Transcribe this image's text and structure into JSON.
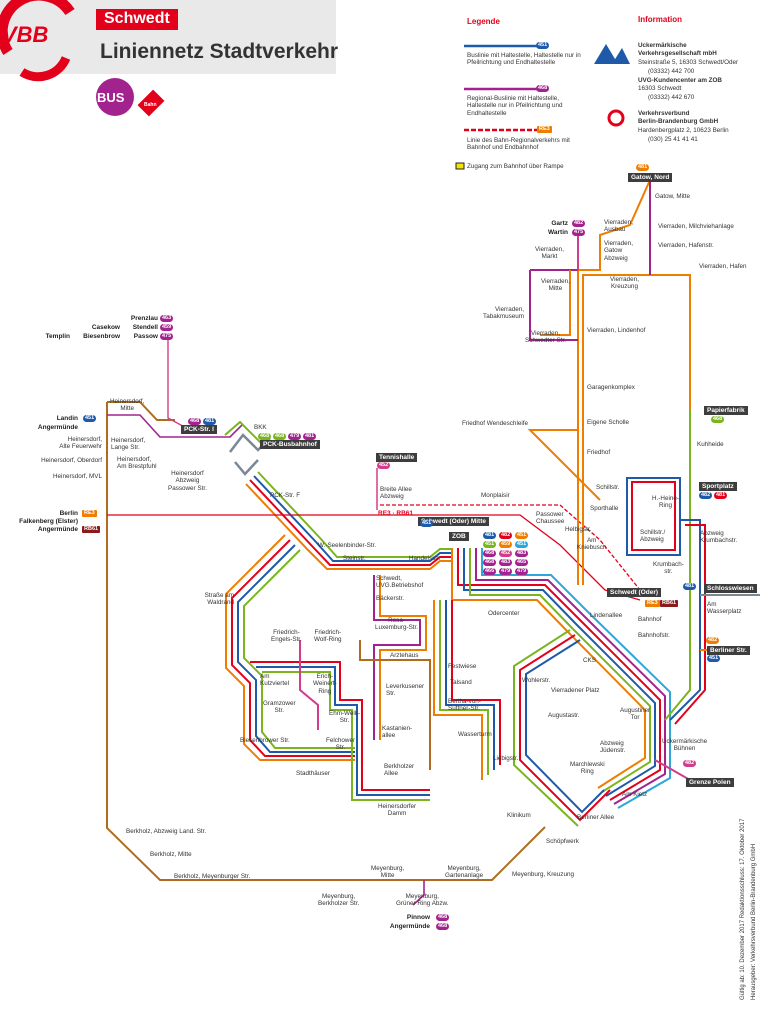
{
  "header": {
    "logo_text": "VBB",
    "city": "Schwedt",
    "title": "Liniennetz Stadtverkehr",
    "bus_label": "BUS",
    "bahn_label": "Bahn"
  },
  "legend": {
    "heading": "Legende",
    "items": [
      {
        "line": "451",
        "color": "#1e5aa8",
        "text": "Buslinie mit Haltestelle, Haltestelle nur in Pfeilrichtung und Endhaltestelle"
      },
      {
        "line": "468",
        "color": "#a3238e",
        "text": "Regional-Buslinie mit Haltestelle, Haltestelle nur in Pfeilrichtung und Endhaltestelle"
      },
      {
        "line": "RE3",
        "color": "#e2001a",
        "text": "Linie des Bahn-Regionalverkehrs mit Bahnhof und Endbahnhof"
      },
      {
        "line": "",
        "color": "#f2e400",
        "text": "Zugang zum Bahnhof über Rampe"
      }
    ]
  },
  "information": {
    "heading": "Information",
    "uvg_lines": [
      "Uckermärkische",
      "Verkehrsgesellschaft mbH",
      "Steinstraße 5, 16303 Schwedt/Oder",
      "(03332) 442 700",
      "UVG-Kundencenter am ZOB",
      "16303 Schwedt",
      "(03332) 442 670"
    ],
    "vbb_lines": [
      "Verkehrsverbund",
      "Berlin-Brandenburg GmbH",
      "Hardenbergplatz 2, 10623 Berlin",
      "(030) 25 41 41 41"
    ]
  },
  "colors": {
    "red": "#e2001a",
    "blue": "#1e5aa8",
    "green": "#7ab51d",
    "orange": "#ef7d00",
    "purple": "#a3238e",
    "magenta": "#d23c8c",
    "brown": "#b06c1e",
    "gray": "#7a8894",
    "cyan": "#2ea7d8"
  },
  "stops": [
    {
      "t": "Heinersdorf,\nMitte"
    },
    {
      "t": "Heinersdorf,\nAlte Feuerwehr"
    },
    {
      "t": "Heinersdorf,\nLange Str."
    },
    {
      "t": "Heinersdorf,\nAm Brestpfuhl"
    },
    {
      "t": "Heinersdorf, Oberdorf"
    },
    {
      "t": "Heinersdorf, MVL"
    },
    {
      "t": "Heinersdorf\nAbzweig\nPassower Str."
    },
    {
      "t": "BKK"
    },
    {
      "t": "PCK-Str. F"
    },
    {
      "t": "Breite Allee\nAbzweig"
    },
    {
      "t": "Monplaisir"
    },
    {
      "t": "Passower\nChaussee"
    },
    {
      "t": "W.-Seelenbinder-Str."
    },
    {
      "t": "Steinstr."
    },
    {
      "t": "Handelsstr."
    },
    {
      "t": "Schwedt,\nUVG.Betriebshof"
    },
    {
      "t": "Bäckerstr."
    },
    {
      "t": "Straße am\nWaldrand"
    },
    {
      "t": "Rosa-\nLuxemburg-Str."
    },
    {
      "t": "Friedrich-\nEngels-Str."
    },
    {
      "t": "Friedrich-\nWolf-Ring"
    },
    {
      "t": "Arztehaus"
    },
    {
      "t": "Odercenter"
    },
    {
      "t": "Lindenallee"
    },
    {
      "t": "Bahnhof"
    },
    {
      "t": "Bahnhofstr."
    },
    {
      "t": "Am\nKulzviertel"
    },
    {
      "t": "Erich-\nWeinert-\nRing"
    },
    {
      "t": "Festwiese"
    },
    {
      "t": "Talsand"
    },
    {
      "t": "Leverkusener\nStr."
    },
    {
      "t": "Gramzower\nStr."
    },
    {
      "t": "Ehm-Welk-\nStr."
    },
    {
      "t": "Bertha-von-\nSuttner-Str."
    },
    {
      "t": "CKS"
    },
    {
      "t": "Wohlerstr."
    },
    {
      "t": "Vierradener Platz"
    },
    {
      "t": "Kastanien-\nallee"
    },
    {
      "t": "Wasserturm"
    },
    {
      "t": "Augustastr."
    },
    {
      "t": "Augustiner\nTor"
    },
    {
      "t": "Biesenbrower Str."
    },
    {
      "t": "Felchower\nStr."
    },
    {
      "t": "Berkholzer\nAllee"
    },
    {
      "t": "Stadthäuser"
    },
    {
      "t": "Liebigstr."
    },
    {
      "t": "Marchlewski\nRing"
    },
    {
      "t": "Abzweig\nJüdenstr."
    },
    {
      "t": "Uckermärkische\nBühnen"
    },
    {
      "t": "Heinersdorfer\nDamm"
    },
    {
      "t": "Am Kietz"
    },
    {
      "t": "Klinikum"
    },
    {
      "t": "Berliner Allee"
    },
    {
      "t": "Schöpfwerk"
    },
    {
      "t": "Berkholz, Abzweig Land. Str."
    },
    {
      "t": "Berkholz, Mitte"
    },
    {
      "t": "Berkholz, Meyenburger Str."
    },
    {
      "t": "Meyenburg,\nKreuzung"
    },
    {
      "t": "Meyenburg,\nMitte"
    },
    {
      "t": "Meyenburg,\nGartenanlage"
    },
    {
      "t": "Meyenburg,\nBerkholzer Str."
    },
    {
      "t": "Meyenburg,\nGrüner Ring Abzw."
    },
    {
      "t": "Gatow, Mitte"
    },
    {
      "t": "Vierraden,\nAusbau"
    },
    {
      "t": "Vierraden,\nGatow\nAbzweig"
    },
    {
      "t": "Vierraden, Milchviehanlage"
    },
    {
      "t": "Vierraden,\nMarkt"
    },
    {
      "t": "Vierraden, Hafenstr."
    },
    {
      "t": "Vierraden,\nKreuzung"
    },
    {
      "t": "Vierraden, Hafen"
    },
    {
      "t": "Vierraden,\nMitte"
    },
    {
      "t": "Vierraden,\nTabakmuseum"
    },
    {
      "t": "Vierraden,\nSchwedter Str."
    },
    {
      "t": "Vierraden, Lindenhof"
    },
    {
      "t": "Garagenkomplex"
    },
    {
      "t": "Friedhof Wendeschleife"
    },
    {
      "t": "Eigene Scholle"
    },
    {
      "t": "Friedhof"
    },
    {
      "t": "Kuhheide"
    },
    {
      "t": "Schillstr."
    },
    {
      "t": "H.-Heine-\nRing"
    },
    {
      "t": "Sporthalle"
    },
    {
      "t": "Helbigstr."
    },
    {
      "t": "Am\nKniebusch"
    },
    {
      "t": "Schillstr./\nAbzweig"
    },
    {
      "t": "Abzweig\nKrumbachstr."
    },
    {
      "t": "Krumbach-\nstr."
    },
    {
      "t": "Am\nWasserplatz"
    }
  ],
  "terminals": {
    "pck_str_i": "PCK-Str. I",
    "pck_busbahnhof": "PCK-Busbahnhof",
    "tennishalle": "Tennishalle",
    "schwedt_mitte": "Schwedt (Oder) Mitte",
    "zob": "ZOB",
    "schwedt_oder": "Schwedt (Oder)",
    "gatow_nord": "Gatow, Nord",
    "papierfabrik": "Papierfabrik",
    "sportplatz": "Sportplatz",
    "schlosswiesen": "Schlosswiesen",
    "berliner_str": "Berliner Str.",
    "grenze_polen": "Grenze Polen"
  },
  "destinations": {
    "prenzlau": "Prenzlau",
    "casekow": "Casekow",
    "stendell": "Stendell",
    "templin": "Templin",
    "biesenbrow": "Biesenbrow",
    "passow": "Passow",
    "landin": "Landin",
    "angermuende1": "Angermünde",
    "berlin": "Berlin",
    "falkenberg": "Falkenberg (Elster)",
    "angermuende2": "Angermünde",
    "gartz": "Gartz",
    "wartin": "Wartin",
    "pinnow": "Pinnow",
    "angermuende3": "Angermünde",
    "re3_rb61": "RE3 · RB61"
  },
  "line_badges": [
    "463",
    "459",
    "475",
    "468",
    "481",
    "468",
    "479",
    "451",
    "468",
    "481",
    "482",
    "468",
    "481",
    "482",
    "RE3",
    "RB61",
    "481",
    "482",
    "451",
    "459",
    "468",
    "452",
    "451",
    "451",
    "483",
    "468",
    "483",
    "481",
    "482",
    "475",
    "452",
    "468",
    "451",
    "468",
    "465",
    "466",
    "479",
    "479",
    "481",
    "482",
    "451",
    "RE3",
    "RB61",
    "470",
    "475",
    "467",
    "468",
    "469",
    "451",
    "482",
    "470",
    "459",
    "452",
    "465",
    "472",
    "451",
    "451",
    "463",
    "475",
    "492"
  ],
  "footer": {
    "validity": "Gültig ab: 10. Dezember 2017  Redaktionsschluss: 17. Oktober 2017",
    "publisher": "Herausgeber: Verkehrsverbund Berlin-Brandenburg GmbH"
  }
}
